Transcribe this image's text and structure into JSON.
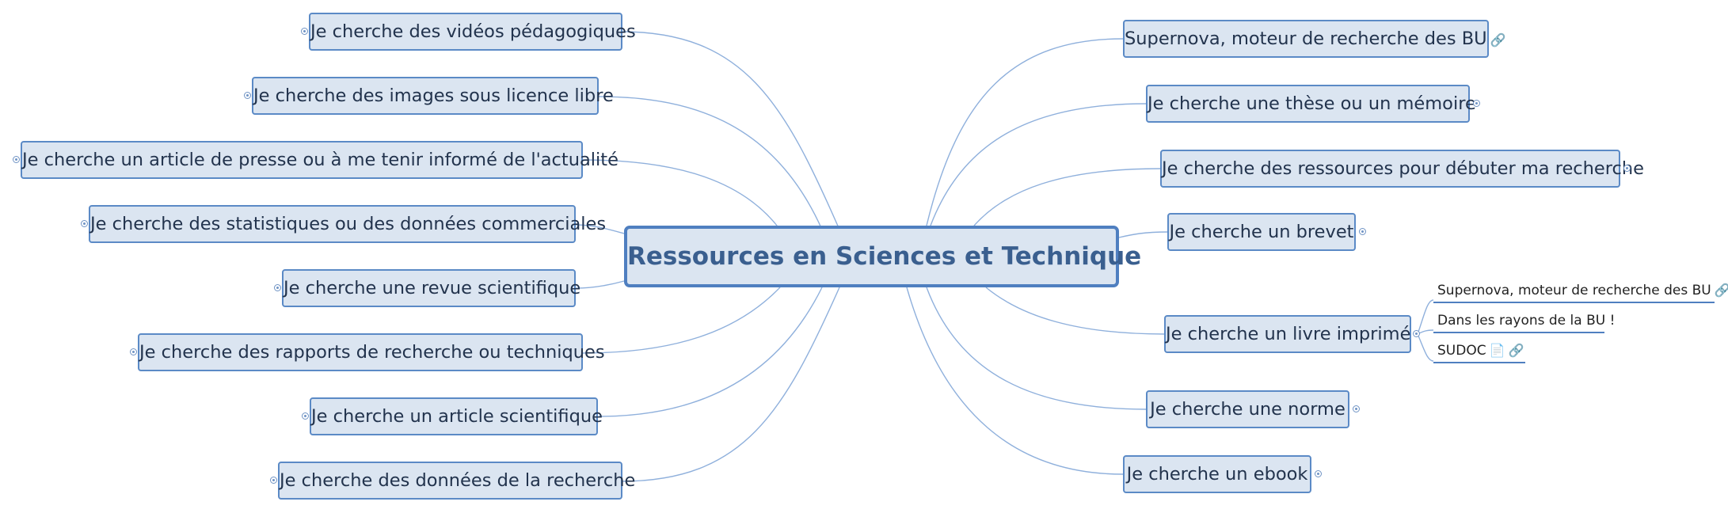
{
  "central": {
    "title": "Ressources en Sciences et Technique"
  },
  "left_topics": [
    {
      "label": "Je cherche des vidéos pédagogiques"
    },
    {
      "label": "Je cherche des images sous licence libre"
    },
    {
      "label": "Je cherche un article de presse ou à me tenir informé de l'actualité"
    },
    {
      "label": "Je cherche des statistiques ou des données commerciales"
    },
    {
      "label": "Je cherche une revue scientifique"
    },
    {
      "label": "Je cherche des rapports de recherche ou techniques"
    },
    {
      "label": "Je cherche un article scientifique"
    },
    {
      "label": "Je cherche des données de la recherche"
    }
  ],
  "right_topics": [
    {
      "label": "Supernova, moteur de recherche des BU",
      "icon": "link-icon"
    },
    {
      "label": "Je cherche une thèse ou un mémoire"
    },
    {
      "label": "Je cherche des ressources pour débuter ma recherche"
    },
    {
      "label": "Je cherche un brevet"
    },
    {
      "label": "Je cherche un livre imprimé"
    },
    {
      "label": "Je cherche une norme"
    },
    {
      "label": "Je cherche un ebook"
    }
  ],
  "livre_subtopics": [
    {
      "label": "Supernova, moteur de recherche des BU",
      "icons": [
        "link-icon"
      ]
    },
    {
      "label": "Dans les rayons de la BU !",
      "icons": []
    },
    {
      "label": "SUDOC",
      "icons": [
        "note-icon",
        "link-icon"
      ]
    }
  ],
  "colors": {
    "node_fill": "#dbe5f1",
    "node_border": "#5b8ac6",
    "branch_line": "#8fb0dc",
    "title_text": "#3a5f8f"
  }
}
